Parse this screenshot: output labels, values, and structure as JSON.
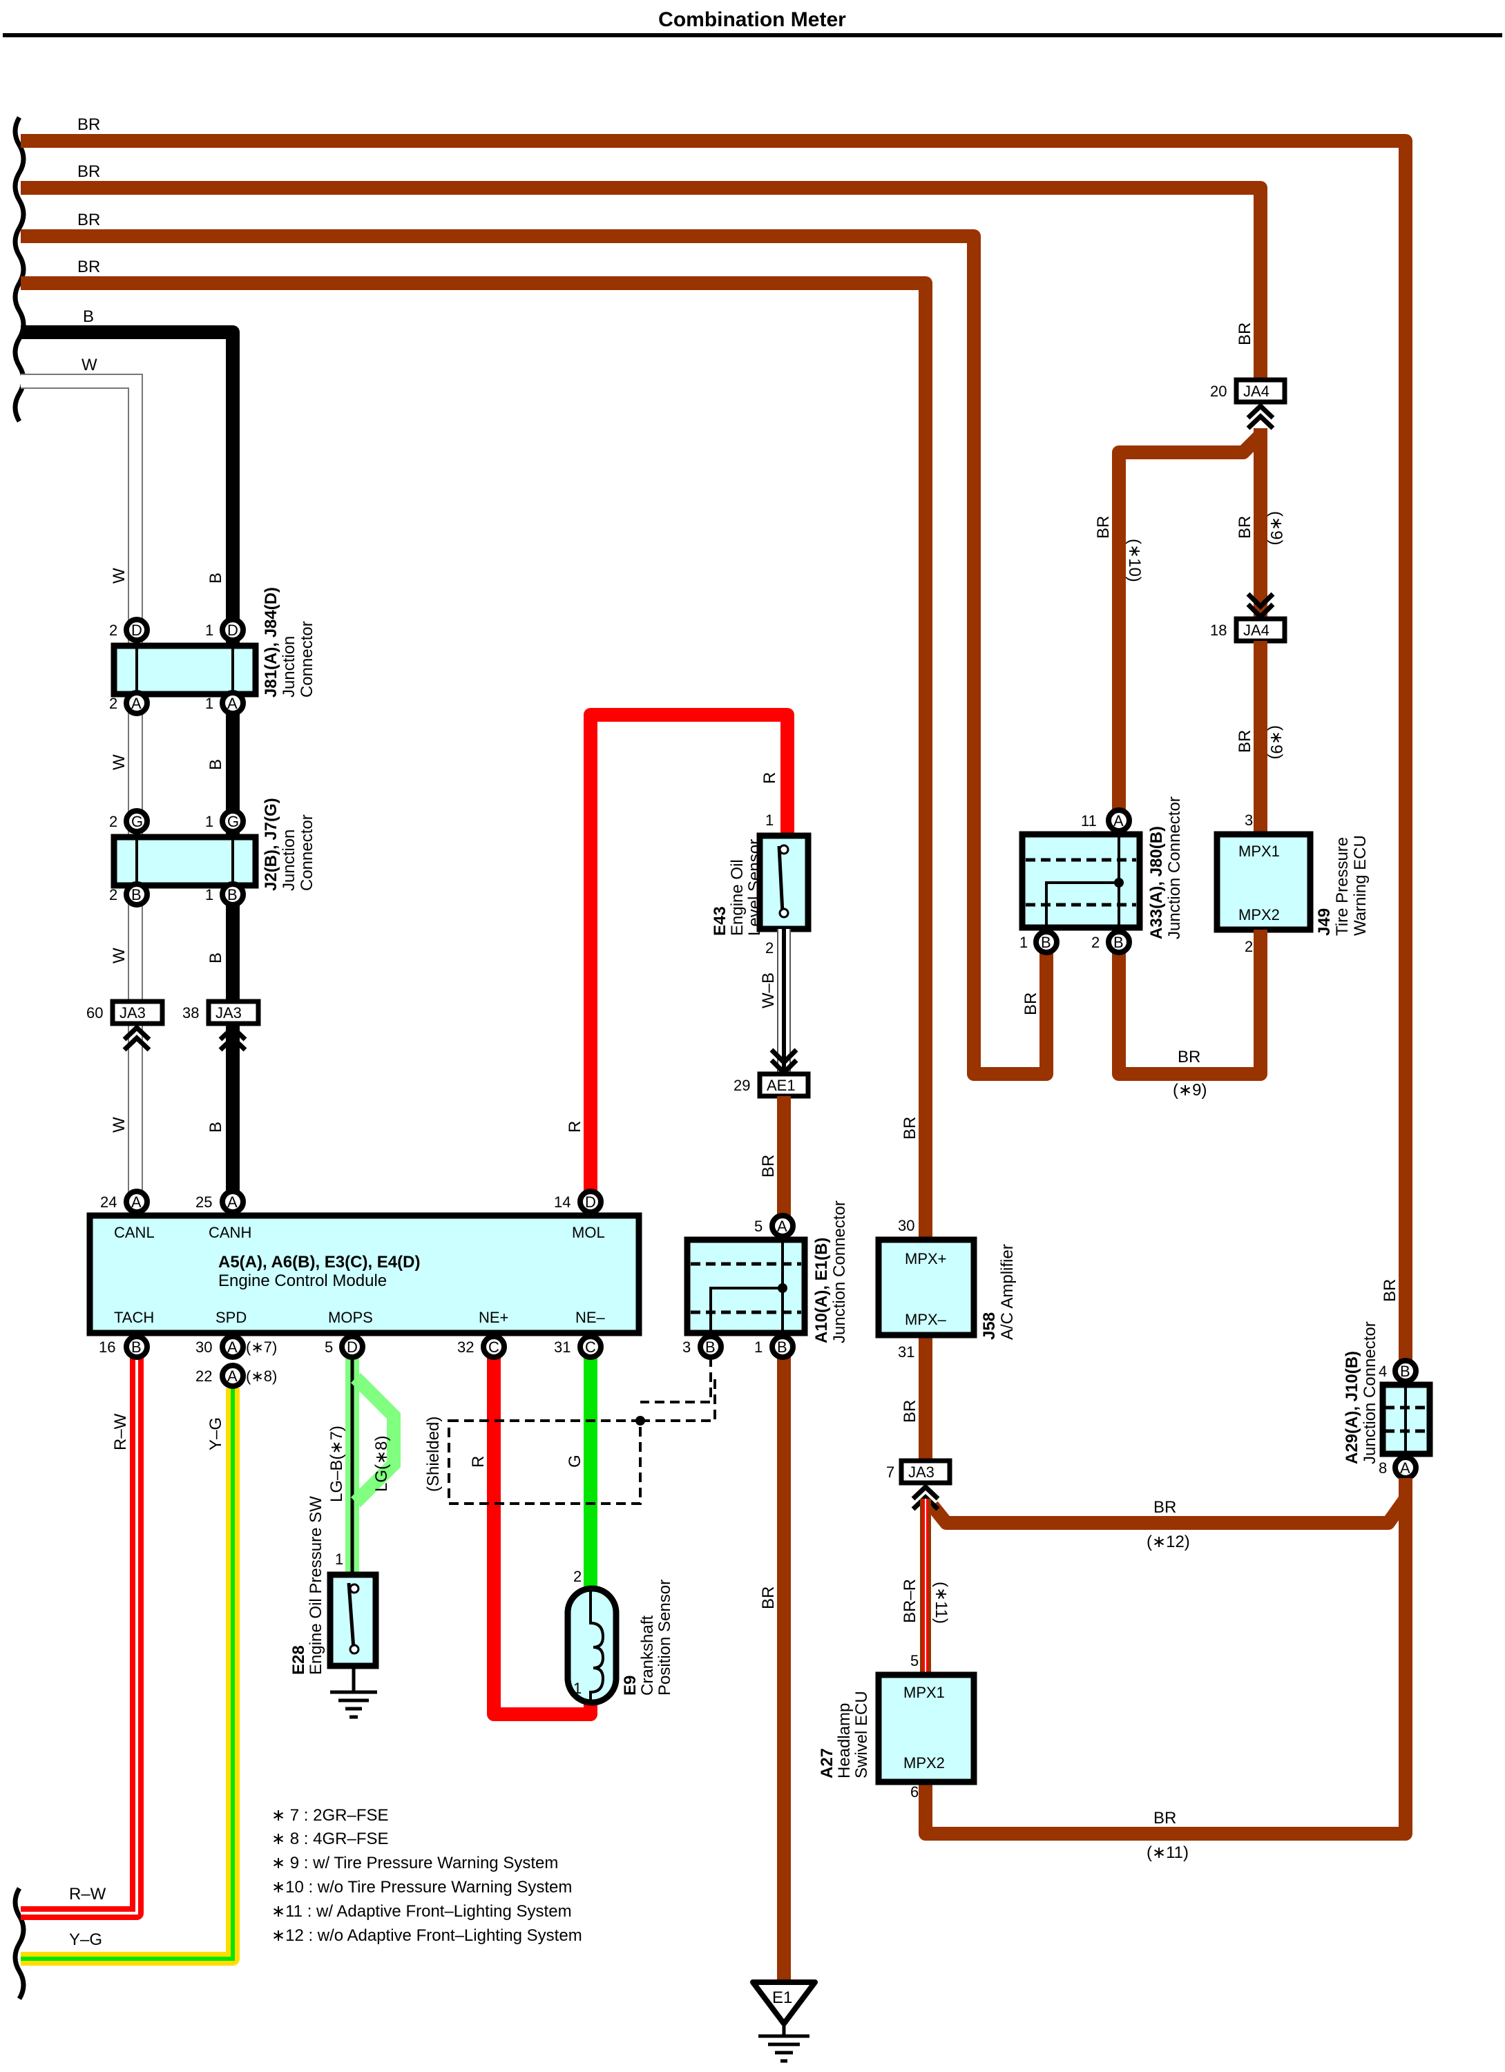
{
  "title": "Combination Meter",
  "wires": {
    "br": "BR",
    "b": "B",
    "w": "W",
    "r": "R",
    "g": "G",
    "rw": "R–W",
    "yg": "Y–G",
    "wb": "W–B",
    "brr": "BR–R",
    "lgb7": "LG–B(∗7)",
    "lg8": "LG(∗8)",
    "shielded": "(Shielded)"
  },
  "notes_ref": {
    "n7": "(∗7)",
    "n8": "(∗8)",
    "n9": "(∗9)",
    "n10": "(∗10)",
    "n11": "(∗11)",
    "n12": "(∗12)"
  },
  "components": {
    "j81": {
      "name": "J81(A), J84(D)",
      "desc1": "Junction",
      "desc2": "Connector",
      "pins": [
        "2",
        "D",
        "1",
        "D",
        "2",
        "A",
        "1",
        "A"
      ]
    },
    "j2": {
      "name": "J2(B), J7(G)",
      "desc1": "Junction",
      "desc2": "Connector",
      "pins": [
        "2",
        "G",
        "1",
        "G",
        "2",
        "B",
        "1",
        "B"
      ]
    },
    "ja3_60": {
      "pin": "60",
      "label": "JA3"
    },
    "ja3_38": {
      "pin": "38",
      "label": "JA3"
    },
    "ecm": {
      "name": "A5(A), A6(B), E3(C), E4(D)",
      "desc": "Engine Control Module",
      "top_terms": [
        {
          "pin": "24",
          "conn": "A",
          "label": "CANL"
        },
        {
          "pin": "25",
          "conn": "A",
          "label": "CANH"
        },
        {
          "pin": "14",
          "conn": "D",
          "label": "MOL"
        }
      ],
      "bottom_terms": [
        {
          "pin": "16",
          "conn": "B",
          "label": "TACH"
        },
        {
          "pin": "30",
          "conn": "A",
          "label": "SPD",
          "note": "(∗7)"
        },
        {
          "pin": "22",
          "conn": "A",
          "note": "(∗8)"
        },
        {
          "pin": "5",
          "conn": "D",
          "label": "MOPS"
        },
        {
          "pin": "32",
          "conn": "C",
          "label": "NE+"
        },
        {
          "pin": "31",
          "conn": "C",
          "label": "NE–"
        }
      ]
    },
    "e43": {
      "id": "E43",
      "desc1": "Engine Oil",
      "desc2": "Level Sensor",
      "pin1": "1",
      "pin2": "2"
    },
    "ae1": {
      "pin": "29",
      "label": "AE1"
    },
    "a10": {
      "name": "A10(A), E1(B)",
      "desc": "Junction Connector",
      "pins": [
        "5",
        "A",
        "3",
        "B",
        "1",
        "B"
      ]
    },
    "j58": {
      "id": "J58",
      "desc": "A/C Amplifier",
      "t1": "MPX+",
      "t2": "MPX–",
      "p1": "30",
      "p2": "31"
    },
    "a33": {
      "name": "A33(A), J80(B)",
      "desc": "Junction Connector",
      "pins": [
        "11",
        "A",
        "1",
        "B",
        "2",
        "B"
      ]
    },
    "j49": {
      "id": "J49",
      "desc1": "Tire Pressure",
      "desc2": "Warning ECU",
      "t1": "MPX1",
      "t2": "MPX2",
      "p1": "3",
      "p2": "2"
    },
    "ja4_20": {
      "pin": "20",
      "label": "JA4"
    },
    "ja4_18": {
      "pin": "18",
      "label": "JA4"
    },
    "ja3_7": {
      "pin": "7",
      "label": "JA3"
    },
    "a29": {
      "name": "A29(A), J10(B)",
      "desc": "Junction Connector",
      "pins": [
        "4",
        "B",
        "8",
        "A"
      ]
    },
    "a27": {
      "id": "A27",
      "desc1": "Headlamp",
      "desc2": "Swivel ECU",
      "t1": "MPX1",
      "t2": "MPX2",
      "p1": "5",
      "p2": "6"
    },
    "e28": {
      "id": "E28",
      "desc": "Engine Oil Pressure SW",
      "pin": "1"
    },
    "e9": {
      "id": "E9",
      "desc1": "Crankshaft",
      "desc2": "Position Sensor",
      "pin2": "2",
      "pin1": "1"
    },
    "e1": {
      "label": "E1"
    }
  },
  "notes": [
    "∗ 7 : 2GR–FSE",
    "∗ 8 : 4GR–FSE",
    "∗ 9 : w/ Tire Pressure Warning System",
    "∗10 : w/o Tire Pressure Warning System",
    "∗11 : w/ Adaptive Front–Lighting System",
    "∗12 : w/o Adaptive Front–Lighting System"
  ],
  "colors": {
    "BR": "#993300",
    "B": "#000000",
    "R": "#ff0000",
    "G": "#00e600",
    "LG": "#80ff80",
    "Y": "#ffdd00",
    "component": "#ccffff"
  }
}
